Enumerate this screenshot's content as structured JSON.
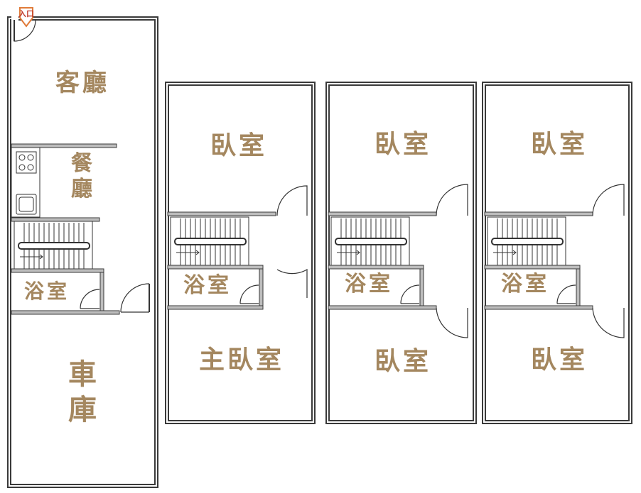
{
  "entrance": {
    "label": "入口"
  },
  "floors": [
    {
      "rooms": {
        "living": {
          "label": "客廳"
        },
        "dining": {
          "label_top": "餐",
          "label_bottom": "廳"
        },
        "bath": {
          "label": "浴室"
        },
        "garage": {
          "label_top": "車",
          "label_bottom": "庫"
        }
      }
    },
    {
      "rooms": {
        "bedroom_a": {
          "label": "臥室"
        },
        "bath": {
          "label": "浴室"
        },
        "bedroom_b": {
          "label": "主臥室"
        }
      }
    },
    {
      "rooms": {
        "bedroom_a": {
          "label": "臥室"
        },
        "bath": {
          "label": "浴室"
        },
        "bedroom_b": {
          "label": "臥室"
        }
      }
    },
    {
      "rooms": {
        "bedroom_a": {
          "label": "臥室"
        },
        "bath": {
          "label": "浴室"
        },
        "bedroom_b": {
          "label": "臥室"
        }
      }
    }
  ],
  "colors": {
    "wall": "#3a3a3a",
    "wall_fill": "#bdbdbd",
    "label": "#a4875f",
    "entrance": "#e07b39"
  }
}
